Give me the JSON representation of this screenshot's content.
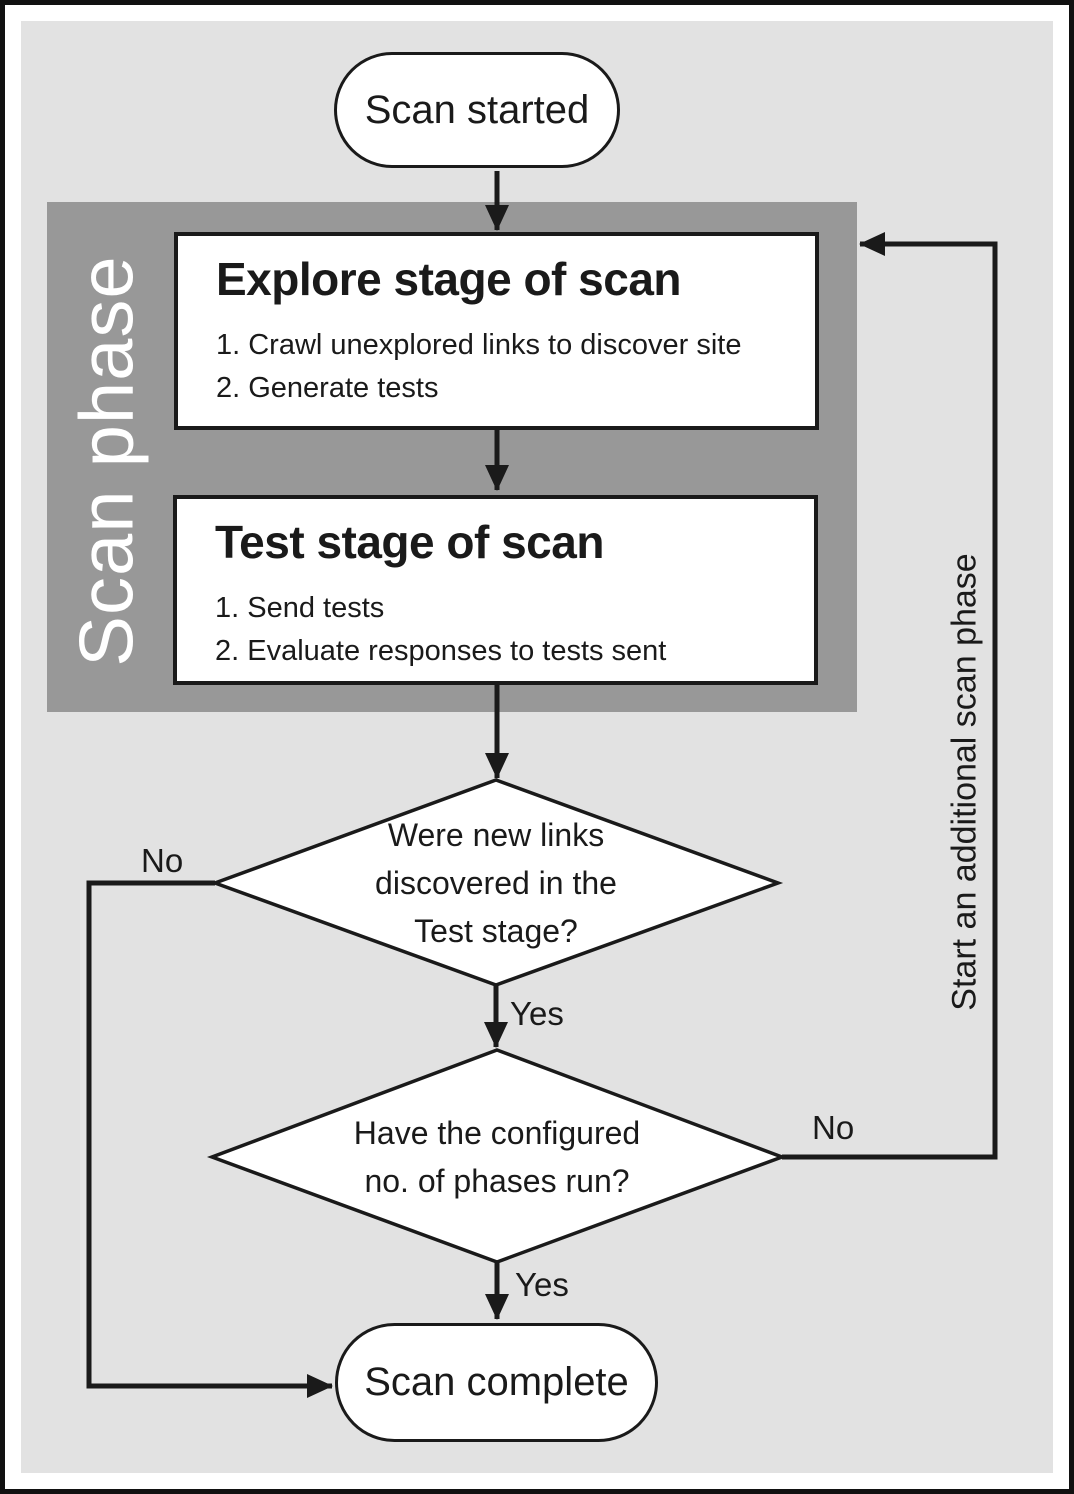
{
  "diagram": {
    "phase_label": "Scan phase",
    "loop_label": "Start an additional scan phase",
    "start_label": "Scan started",
    "end_label": "Scan complete",
    "explore": {
      "title": "Explore stage of scan",
      "items": [
        "1. Crawl unexplored links to discover site",
        "2. Generate tests"
      ]
    },
    "test": {
      "title": "Test stage of scan",
      "items": [
        "1. Send tests",
        "2. Evaluate responses to tests sent"
      ]
    },
    "decision1": {
      "question": "Were new links\ndiscovered in the\nTest stage?",
      "no": "No",
      "yes": "Yes"
    },
    "decision2": {
      "question": "Have the configured\nno. of phases run?",
      "no": "No",
      "yes": "Yes"
    },
    "colors": {
      "panel_bg": "#e2e2e2",
      "phase_box_bg": "#989898",
      "node_bg": "#ffffff",
      "line": "#1a1a1a",
      "phase_label_color": "#ffffff"
    }
  }
}
